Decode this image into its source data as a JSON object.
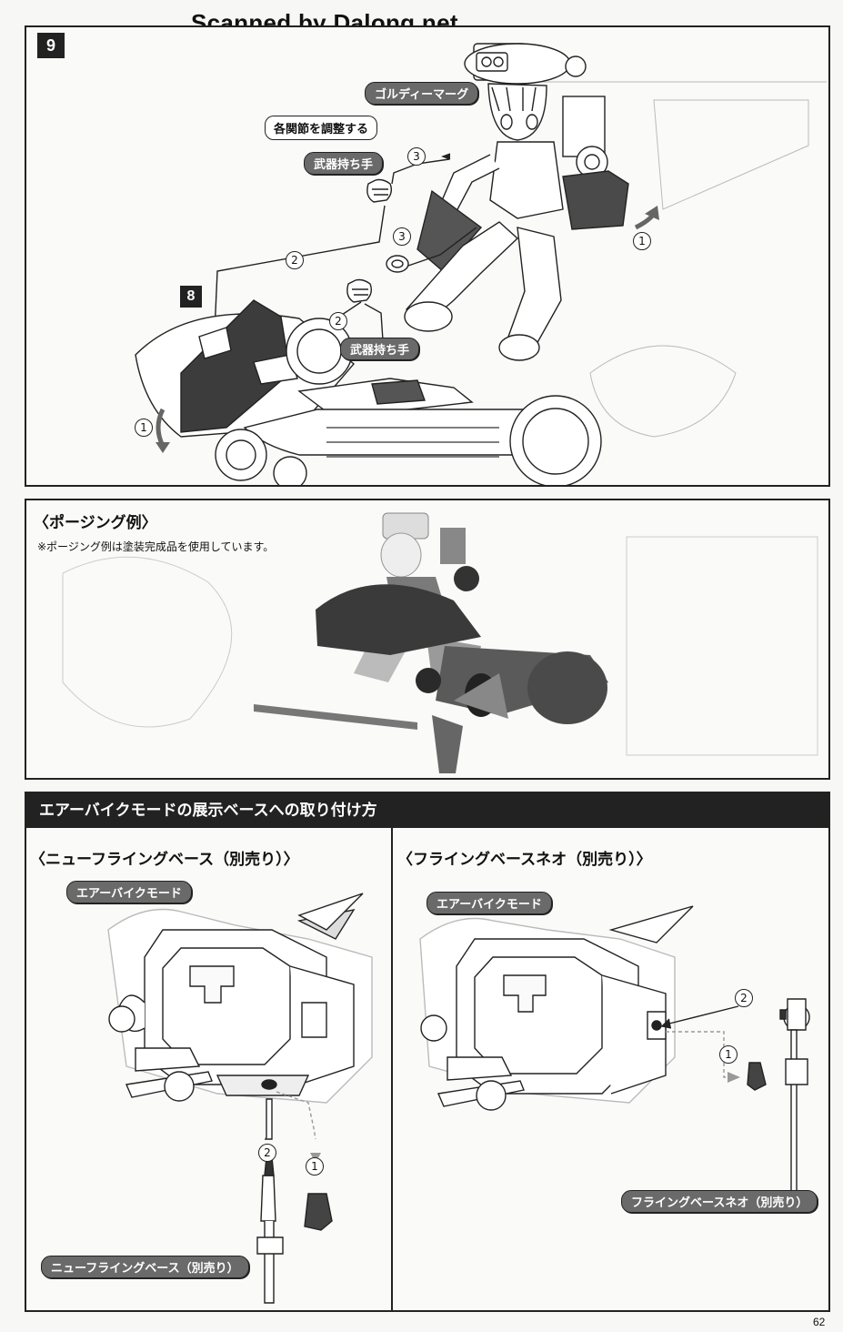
{
  "watermark": "Scanned by Dalong.net",
  "step9": {
    "number": "9",
    "tags": {
      "character": "ゴルディーマーグ",
      "hand_top": "武器持ち手",
      "hand_bottom": "武器持ち手"
    },
    "callout": "各関節を調整する",
    "ref_step": "8",
    "markers": [
      "3",
      "3",
      "2",
      "2",
      "1",
      "1"
    ]
  },
  "posing": {
    "title": "〈ポージング例〉",
    "note": "※ポージング例は塗装完成品を使用しています。"
  },
  "mount": {
    "banner": "エアーバイクモードの展示ベースへの取り付け方",
    "left": {
      "title": "〈ニューフライングベース（別売り）〉",
      "mode_tag": "エアーバイクモード",
      "base_tag": "ニューフライングベース（別売り）",
      "markers": [
        "2",
        "1"
      ]
    },
    "right": {
      "title": "〈フライングベースネオ（別売り）〉",
      "mode_tag": "エアーバイクモード",
      "base_tag": "フライングベースネオ（別売り）",
      "markers": [
        "2",
        "1"
      ]
    }
  },
  "page_number": "62",
  "colors": {
    "ink": "#222222",
    "tag_gray": "#6a6a6a",
    "paper": "#f7f7f5"
  }
}
